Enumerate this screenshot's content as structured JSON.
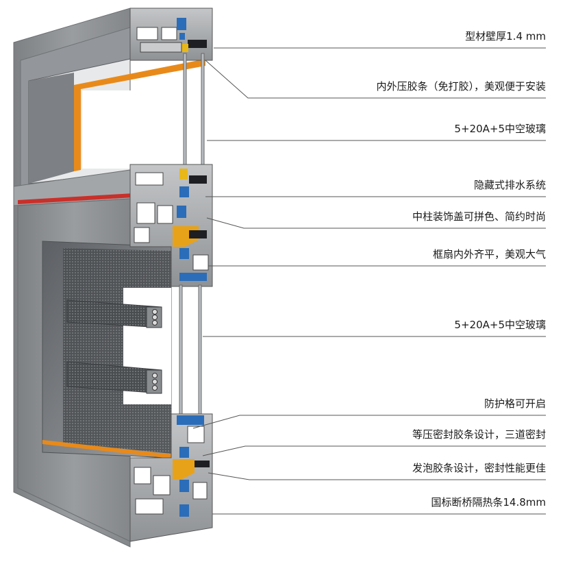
{
  "callouts": [
    {
      "label": "型材壁厚1.4 mm"
    },
    {
      "label": "内外压胶条（免打胶），美观便于安装"
    },
    {
      "label": "5+20A+5中空玻璃"
    },
    {
      "label": "隐藏式排水系统"
    },
    {
      "label": "中柱装饰盖可拼色、简约时尚"
    },
    {
      "label": "框扇内外齐平，美观大气"
    },
    {
      "label": "5+20A+5中空玻璃"
    },
    {
      "label": "防护格可开启"
    },
    {
      "label": "等压密封胶条设计，三道密封"
    },
    {
      "label": "发泡胶条设计，密封性能更佳"
    },
    {
      "label": "国标断桥隔热条14.8mm"
    }
  ],
  "colors": {
    "frame": "#8c8f92",
    "frame_dark": "#5f6266",
    "profile": "#a7aaad",
    "orange": "#e88a1a",
    "red_strip": "#c8302a",
    "blue_gasket": "#2b6db8",
    "black_seal": "#1e1f22",
    "mesh": "#6a6d70",
    "leader": "#555555"
  }
}
